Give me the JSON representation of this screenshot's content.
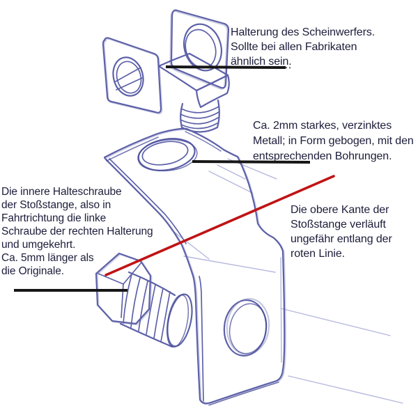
{
  "figure": {
    "kind": "hand-drawn technical sketch",
    "subject": "Halterung des Scheinwerfers (headlight bracket) with bumper mounting notes"
  },
  "colors": {
    "background": "#ffffff",
    "sketch_ink": "#5d61a8",
    "sketch_ink_dark": "#474b97",
    "sketch_faint": "#b4b8dc",
    "annotation_text": "#1c1d3a",
    "leader_line": "#161616",
    "red_line": "#c01315"
  },
  "annotations": {
    "headlight_mount": {
      "text": "Halterung des Scheinwerfers.\nSollte bei allen Fabrikaten\nähnlich sein."
    },
    "sheet_metal": {
      "text": "Ca. 2mm starkes, verzinktes\nMetall; in Form gebogen, mit den\nentsprechenden Bohrungen."
    },
    "bumper_bolt": {
      "text": "Die innere Halteschraube\nder Stoßstange, also in\nFahrtrichtung die linke\nSchraube der rechten Halterung\nund umgekehrt.\nCa. 5mm länger als\ndie Originale."
    },
    "red_line_note": {
      "text": "Die obere Kante der\nStoßstange verläuft\nungefähr entlang der\nroten Linie."
    }
  }
}
